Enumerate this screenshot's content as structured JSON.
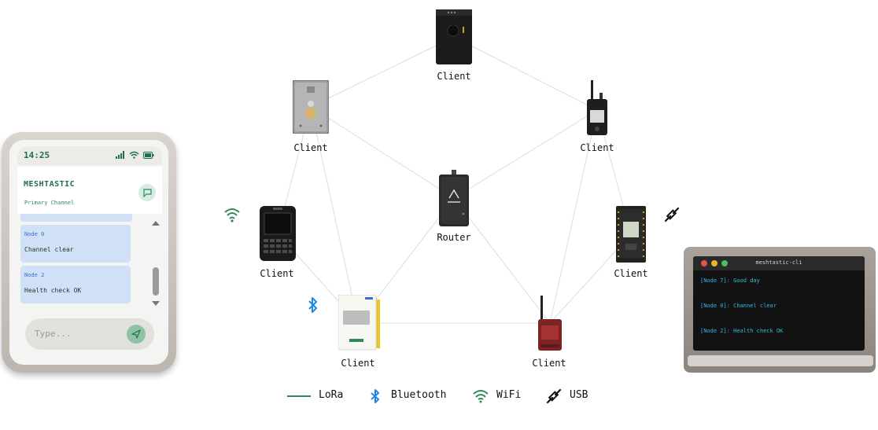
{
  "diagram": {
    "colors": {
      "lora": "#2e8a5a",
      "bluetooth": "#1e88e5",
      "wifi": "#2e8a5a",
      "usb": "#111111",
      "mesh_line": "#dcdcdc"
    },
    "nodes": [
      {
        "id": "top",
        "label": "Client"
      },
      {
        "id": "upper-left",
        "label": "Client"
      },
      {
        "id": "upper-right",
        "label": "Client"
      },
      {
        "id": "router",
        "label": "Router"
      },
      {
        "id": "mid-left",
        "label": "Client"
      },
      {
        "id": "mid-right",
        "label": "Client"
      },
      {
        "id": "bottom-left",
        "label": "Client"
      },
      {
        "id": "bottom-right",
        "label": "Client"
      }
    ],
    "connections": [
      [
        "top",
        "upper-left"
      ],
      [
        "top",
        "upper-right"
      ],
      [
        "upper-left",
        "router"
      ],
      [
        "upper-right",
        "router"
      ],
      [
        "upper-left",
        "mid-left"
      ],
      [
        "upper-left",
        "bottom-left"
      ],
      [
        "upper-right",
        "mid-right"
      ],
      [
        "upper-right",
        "bottom-right"
      ],
      [
        "router",
        "bottom-left"
      ],
      [
        "router",
        "bottom-right"
      ],
      [
        "mid-left",
        "bottom-left"
      ],
      [
        "mid-right",
        "bottom-right"
      ],
      [
        "bottom-left",
        "bottom-right"
      ]
    ]
  },
  "phone": {
    "time": "14:25",
    "app_title": "MESHTASTIC",
    "channel": "Primary Channel",
    "messages": [
      {
        "sender": "Node 0",
        "text": "Channel clear"
      },
      {
        "sender": "Node 2",
        "text": "Health check OK"
      }
    ],
    "input_placeholder": "Type..."
  },
  "laptop": {
    "title": "meshtastic-cli",
    "lines": [
      "[Node 7]: Good day",
      "[Node 0]: Channel clear",
      "[Node 2]: Health check OK"
    ]
  },
  "legend": [
    {
      "icon": "lora-line",
      "label": "LoRa"
    },
    {
      "icon": "bluetooth-icon",
      "label": "Bluetooth"
    },
    {
      "icon": "wifi-icon",
      "label": "WiFi"
    },
    {
      "icon": "usb-icon",
      "label": "USB"
    }
  ]
}
